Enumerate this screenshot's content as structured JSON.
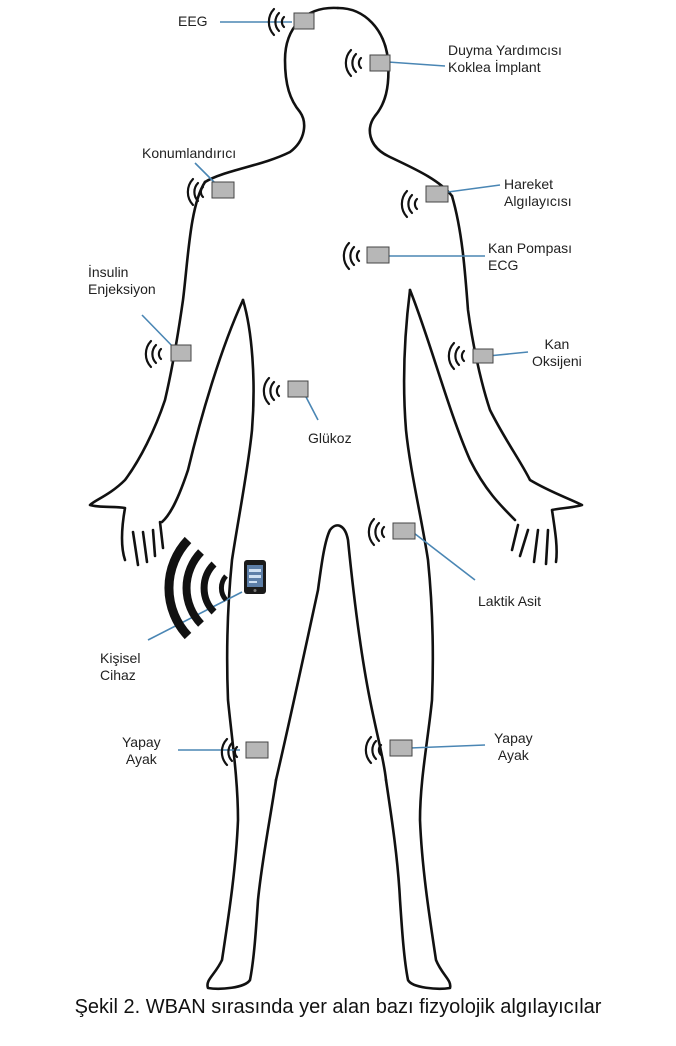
{
  "colors": {
    "body_outline": "#111111",
    "sensor_fill": "#b7b7b7",
    "sensor_stroke": "#444444",
    "leader_line": "#4a86b4",
    "signal": "#111111"
  },
  "sensors": [
    {
      "id": "eeg",
      "lines": [
        "EEG"
      ]
    },
    {
      "id": "hearing",
      "lines": [
        "Duyma Yardımcısı",
        "Koklea İmplant"
      ]
    },
    {
      "id": "positioner",
      "lines": [
        "Konumlandırıcı"
      ]
    },
    {
      "id": "motion",
      "lines": [
        "Hareket",
        "Algılayıcısı"
      ]
    },
    {
      "id": "blood-pump",
      "lines": [
        "Kan Pompası",
        "ECG"
      ]
    },
    {
      "id": "insulin",
      "lines": [
        "İnsulin",
        "Enjeksiyon"
      ]
    },
    {
      "id": "blood-oxygen",
      "lines": [
        "Kan",
        "Oksijeni"
      ]
    },
    {
      "id": "glucose",
      "lines": [
        "Glükoz"
      ]
    },
    {
      "id": "lactic-acid",
      "lines": [
        "Laktik Asit"
      ]
    },
    {
      "id": "personal-device",
      "lines": [
        "Kişisel",
        "Cihaz"
      ]
    },
    {
      "id": "prosthetic-left",
      "lines": [
        "Yapay",
        "Ayak"
      ]
    },
    {
      "id": "prosthetic-right",
      "lines": [
        "Yapay",
        "Ayak"
      ]
    }
  ],
  "icons": {
    "sensor": "sensor-box-icon",
    "signal": "wireless-signal-icon",
    "device": "smartphone-icon"
  },
  "caption": "Şekil 2. WBAN sırasında yer alan bazı fizyolojik algılayıcılar"
}
